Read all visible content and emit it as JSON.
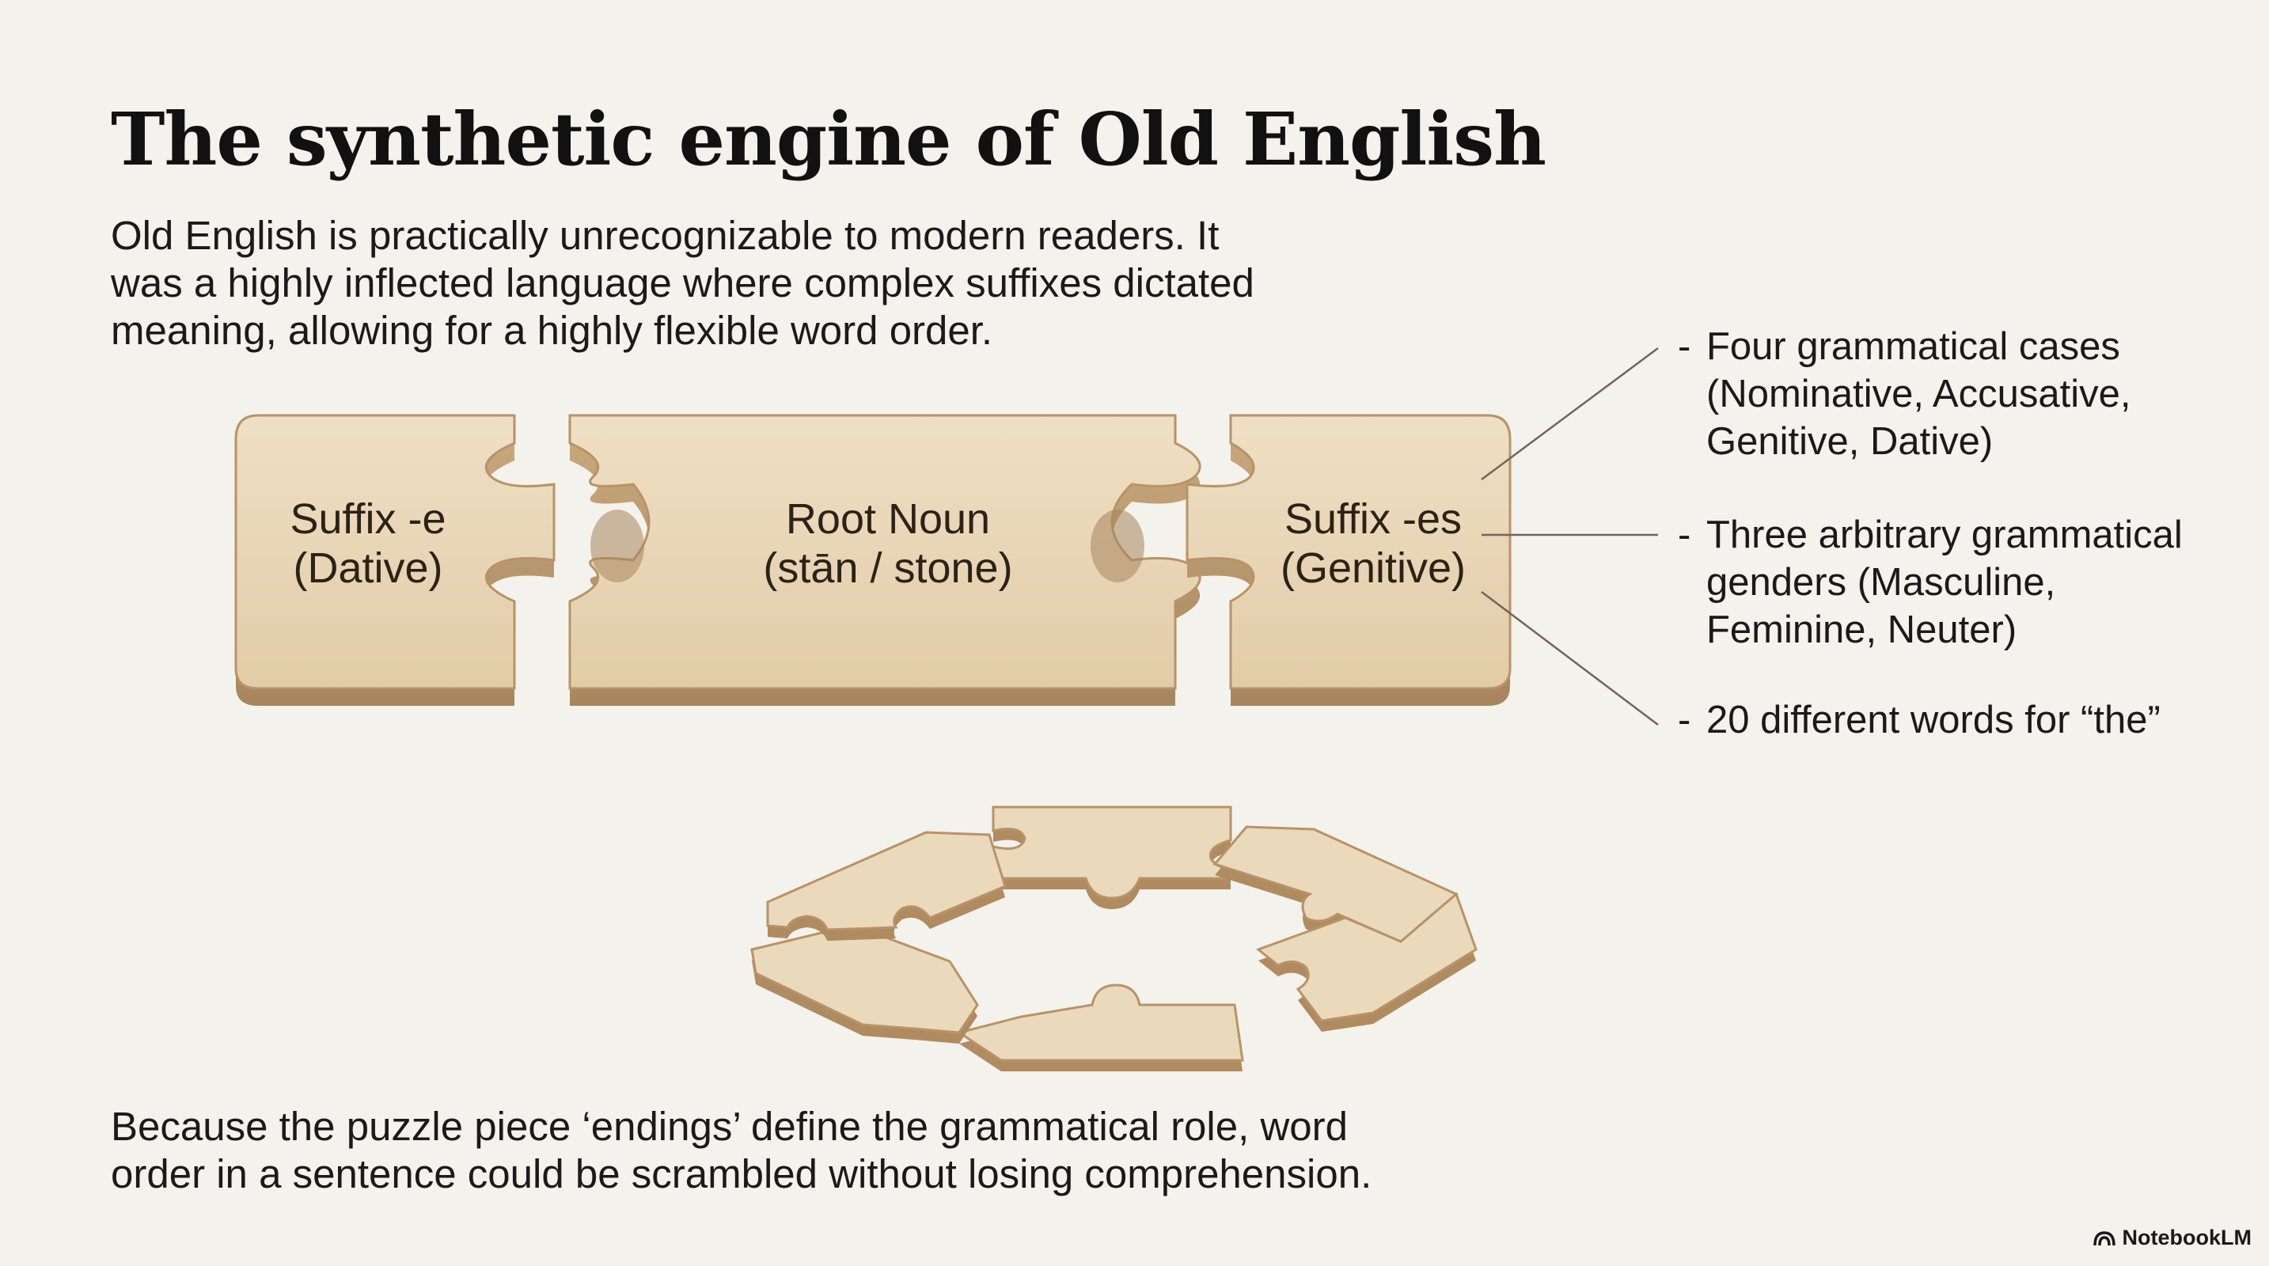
{
  "slide": {
    "title": "The synthetic engine of Old English",
    "intro": "Old English is practically unrecognizable to modern readers. It was a highly inflected language where complex suffixes dictated meaning, allowing for a highly flexible word order.",
    "outro": "Because the puzzle piece ‘endings’ define the grammatical role, word order in a sentence could be scrambled without losing comprehension."
  },
  "pieces": {
    "left": {
      "line1": "Suffix -e",
      "line2": "(Dative)"
    },
    "center": {
      "line1": "Root Noun",
      "line2": "(stān / stone)"
    },
    "right": {
      "line1": "Suffix -es",
      "line2": "(Genitive)"
    }
  },
  "notes": [
    "Four grammatical cases (Nominative, Accusative, Genitive, Dative)",
    "Three arbitrary grammatical genders (Masculine, Feminine, Neuter)",
    "20 different words for “the”"
  ],
  "branding": {
    "logo_text": "NotebookLM",
    "logo_icon": "notebooklm-logo-icon"
  },
  "colors": {
    "wood": "#e9d7b9",
    "wood_edge": "#c9a87e",
    "wood_shadow": "#9b7a52",
    "ink": "#161616",
    "background": "#f4f2ec"
  }
}
